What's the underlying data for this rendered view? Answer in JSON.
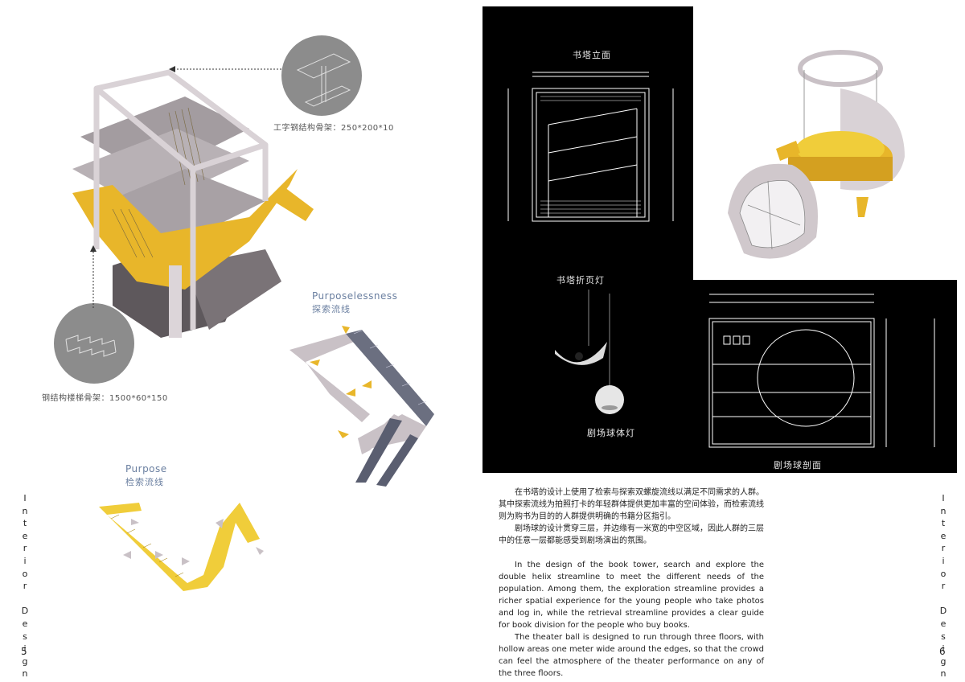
{
  "left_page": {
    "page_number": "5",
    "side_label_letters": [
      "I",
      "n",
      "t",
      "e",
      "r",
      "i",
      "o",
      "r",
      "",
      "D",
      "e",
      "s",
      "i",
      "g",
      "n"
    ],
    "callouts": [
      {
        "text": "工字钢结构骨架：250*200*10"
      },
      {
        "text": "钢结构楼梯骨架：1500*60*150"
      }
    ],
    "flow_purposelessness": {
      "en": "Purposelessness",
      "cn": "探索流线"
    },
    "flow_purpose": {
      "en": "Purpose",
      "cn": "检索流线"
    }
  },
  "right_page": {
    "page_number": "6",
    "side_label_letters": [
      "I",
      "n",
      "t",
      "e",
      "r",
      "i",
      "o",
      "r",
      "",
      "D",
      "e",
      "s",
      "i",
      "g",
      "n"
    ],
    "drawings": {
      "elevation_title": "书塔立面",
      "lamp_title": "书塔折页灯",
      "sphere_lamp_title": "剧场球体灯",
      "section_title": "剧场球剖面"
    },
    "text_cn": [
      "在书塔的设计上使用了检索与探索双螺旋流线以满足不同需求的人群。其中探索流线为拍照打卡的年轻群体提供更加丰富的空间体验，而检索流线则为购书为目的的人群提供明确的书籍分区指引。",
      "剧场球的设计贯穿三层，并边缘有一米宽的中空区域，因此人群的三层中的任意一层都能感受到剧场演出的氛围。"
    ],
    "text_en": [
      "In the design of the book tower, search and explore the double helix streamline to meet the different needs of the population. Among them, the exploration streamline provides a richer spatial experience for the young people who take photos and log in, while the retrieval streamline provides a clear guide for book division for the people who buy books.",
      "The theater ball is designed to run through three floors, with hollow areas one meter wide around the edges, so that the crowd can feel the atmosphere of the theater performance on any of the three floors."
    ]
  },
  "colors": {
    "accent_yellow": "#e8b62a",
    "model_grey": "#c9c1c6",
    "label_blue": "#6a7fa0",
    "panel_black": "#000000"
  }
}
